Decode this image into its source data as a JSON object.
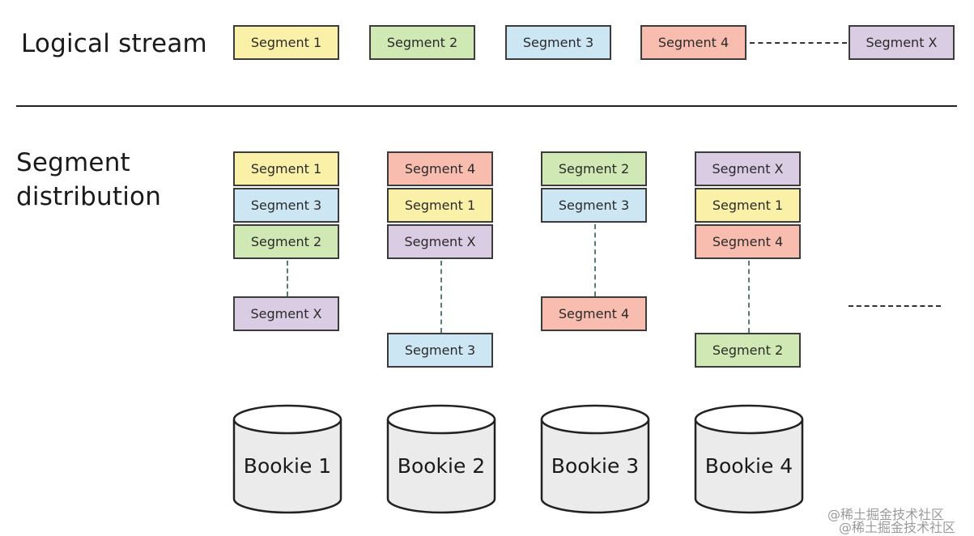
{
  "labels": {
    "logical_stream": "Logical stream",
    "segment_distribution_line1": "Segment",
    "segment_distribution_line2": "distribution"
  },
  "logical_stream": [
    "Segment 1",
    "Segment 2",
    "Segment 3",
    "Segment 4",
    "Segment X"
  ],
  "bookies": [
    {
      "name": "Bookie 1",
      "top": [
        "Segment 1",
        "Segment 3",
        "Segment 2"
      ],
      "bottom": "Segment X"
    },
    {
      "name": "Bookie 2",
      "top": [
        "Segment 4",
        "Segment 1",
        "Segment X"
      ],
      "bottom": "Segment 3"
    },
    {
      "name": "Bookie 3",
      "top": [
        "Segment 2",
        "Segment 3"
      ],
      "bottom": "Segment 4"
    },
    {
      "name": "Bookie 4",
      "top": [
        "Segment X",
        "Segment 1",
        "Segment 4"
      ],
      "bottom": "Segment 2"
    }
  ],
  "watermark": {
    "line1": "@稀土掘金技术社区",
    "line2": "@稀土掘金技术社区"
  },
  "colors": {
    "Segment 1": "#fbf0a8",
    "Segment 2": "#cfe8b4",
    "Segment 3": "#cde6f4",
    "Segment 4": "#f9bdb0",
    "Segment X": "#d9cce3"
  }
}
